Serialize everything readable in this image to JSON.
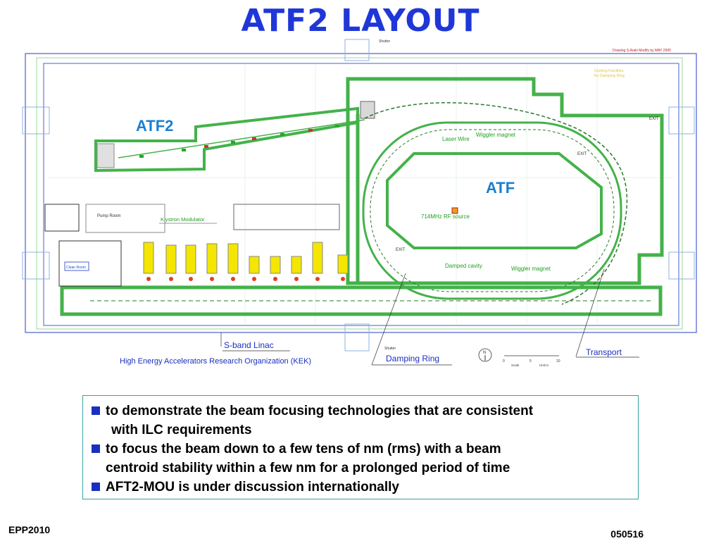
{
  "title": "ATF2  LAYOUT",
  "drawing": {
    "shutter_top": "Shutter",
    "shutter_bottom": "Shutter",
    "drawing_credit": "Drawing S.Araki  Modify by MAY 2005",
    "cooling_facilities": "Cooling Facilities",
    "for_damping_ring": "for Damping Ring",
    "atf2_label": "ATF2",
    "atf_label": "ATF",
    "laser_wire": "Laser Wire",
    "wiggler_magnet_top": "Wiggler magnet",
    "wiggler_magnet_bottom": "Wiggler magnet",
    "rf_source": "714MHz RF source",
    "damped_cavity": "Damped cavity",
    "klystron_modulator": "Klystron Modulator",
    "pump_room": "Pump Room",
    "clean_room": "Clean Room",
    "exit_1": "EXIT",
    "exit_2": "EXIT",
    "exit_3": "EXIT",
    "s_band_linac": "S-band Linac",
    "damping_ring": "Damping Ring",
    "transport": "Transport",
    "organization": "High Energy Accelerators Research Organization (KEK)",
    "north": "N",
    "scale_0": "0",
    "scale_5": "5",
    "scale_10": "10",
    "scale_word": "Scale",
    "unit_word": "Unit:m"
  },
  "bullets": [
    {
      "line1": "to demonstrate the beam focusing technologies that are consistent",
      "line2": "with ILC requirements"
    },
    {
      "line1": "to focus the beam down to a few tens of nm (rms) with a beam",
      "line2": "centroid stability within a few nm for a prolonged period of time"
    },
    {
      "line1": "AFT2-MOU is under discussion internationally",
      "line2": ""
    }
  ],
  "footer": {
    "left": "EPP2010",
    "right": "050516"
  },
  "colors": {
    "title": "#1f37d8",
    "wall_green": "#44b24a",
    "building_blue": "#4a5fd0",
    "bullet_square": "#1a2fbf",
    "label_blue": "#1a7fd0"
  }
}
